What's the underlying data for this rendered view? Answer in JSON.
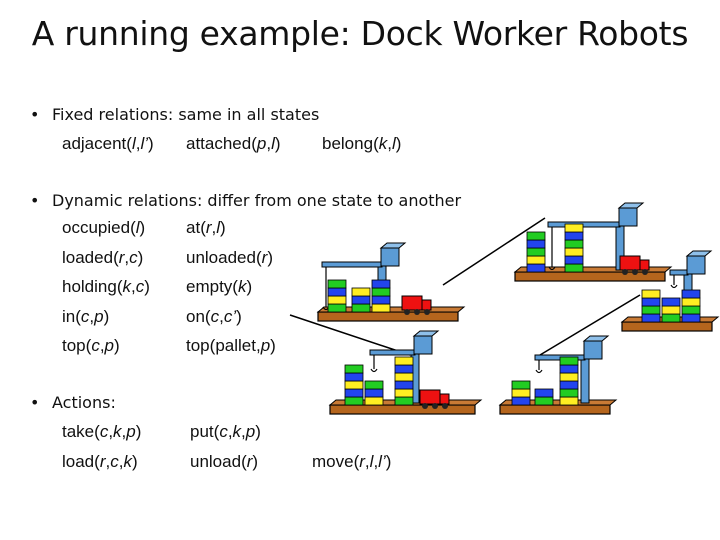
{
  "title": "A running example: Dock Worker Robots",
  "bullets": {
    "fixed": "Fixed relations: same in all states",
    "dynamic": "Dynamic relations: differ from one state to another",
    "actions": "Actions:"
  },
  "fixed_relations": [
    {
      "pred": "adjacent",
      "args": [
        "l",
        "l’"
      ]
    },
    {
      "pred": "attached",
      "args": [
        "p",
        "l"
      ]
    },
    {
      "pred": "belong",
      "args": [
        "k",
        "l"
      ]
    }
  ],
  "dynamic_relations": [
    {
      "pred": "occupied",
      "args": [
        "l"
      ]
    },
    {
      "pred": "at",
      "args": [
        "r",
        "l"
      ]
    },
    {
      "pred": "loaded",
      "args": [
        "r",
        "c"
      ]
    },
    {
      "pred": "unloaded",
      "args": [
        "r"
      ]
    },
    {
      "pred": "holding",
      "args": [
        "k",
        "c"
      ]
    },
    {
      "pred": "empty",
      "args": [
        "k"
      ]
    },
    {
      "pred": "in",
      "args": [
        "c",
        "p"
      ]
    },
    {
      "pred": "on",
      "args": [
        "c",
        "c’"
      ]
    },
    {
      "pred": "top",
      "args": [
        "c",
        "p"
      ]
    },
    {
      "pred": "top",
      "args": [
        "pallet",
        "p"
      ],
      "plain_args": [
        true,
        false
      ]
    }
  ],
  "actions": [
    {
      "pred": "take",
      "args": [
        "c",
        "k",
        "p"
      ]
    },
    {
      "pred": "put",
      "args": [
        "c",
        "k",
        "p"
      ]
    },
    {
      "pred": "load",
      "args": [
        "r",
        "c",
        "k"
      ]
    },
    {
      "pred": "unload",
      "args": [
        "r"
      ]
    },
    {
      "pred": "move",
      "args": [
        "r",
        "l",
        "l’"
      ]
    }
  ],
  "colors": {
    "platform": "#b5651d",
    "crane_blue": "#5b9bd5",
    "container_green": "#22cc22",
    "container_blue": "#2244ee",
    "container_yellow": "#ffee22",
    "robot_red": "#ee1111"
  }
}
